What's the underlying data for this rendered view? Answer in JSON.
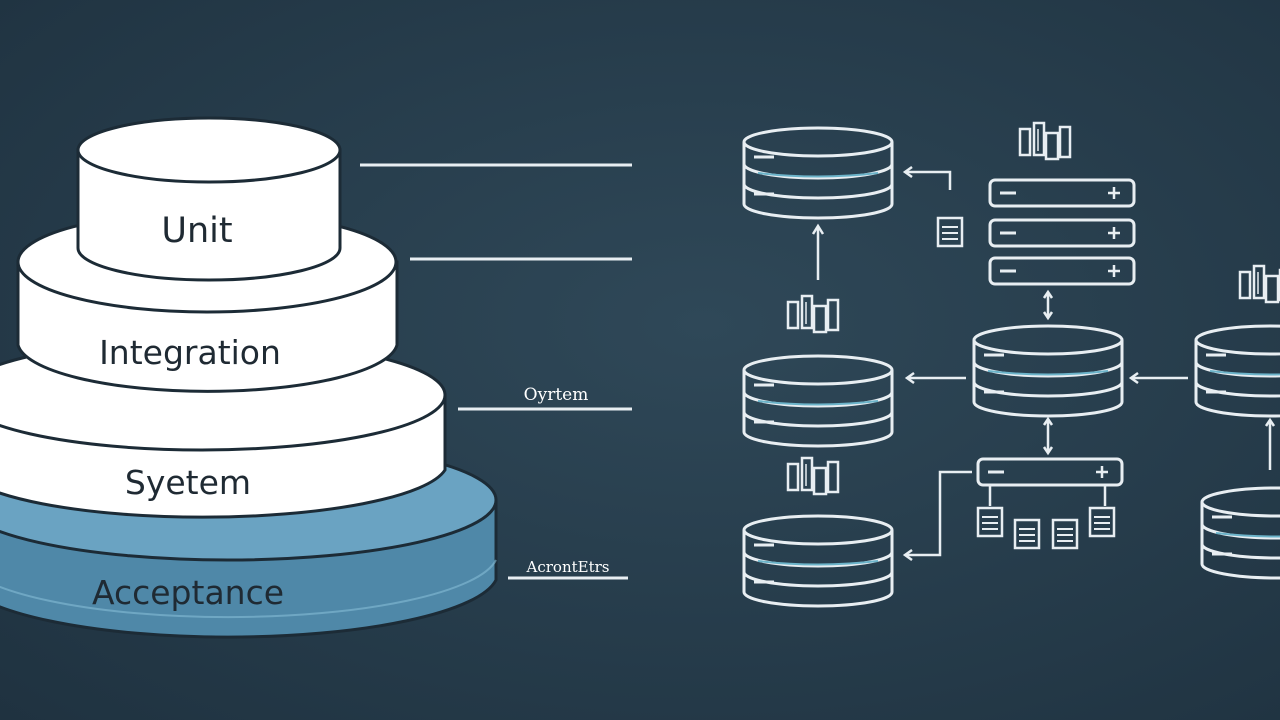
{
  "pyramid": {
    "tiers": [
      {
        "label": "Unit"
      },
      {
        "label": "Integration"
      },
      {
        "label": "Syetem"
      },
      {
        "label": "Acceptance"
      }
    ],
    "side_labels": [
      "Oyrtem",
      "AcrontEtrs"
    ]
  },
  "colors": {
    "background": "#263c4b",
    "tier_fill": "#ffffff",
    "tier_outline": "#1c2b36",
    "acceptance_fill": "#5b93b3",
    "line_art": "#e8eef2",
    "accent_stripe": "#6bb3c9"
  },
  "icons": [
    "database-icon",
    "server-rack-icon",
    "file-stack-icon",
    "arrow-icon",
    "document-icon"
  ]
}
